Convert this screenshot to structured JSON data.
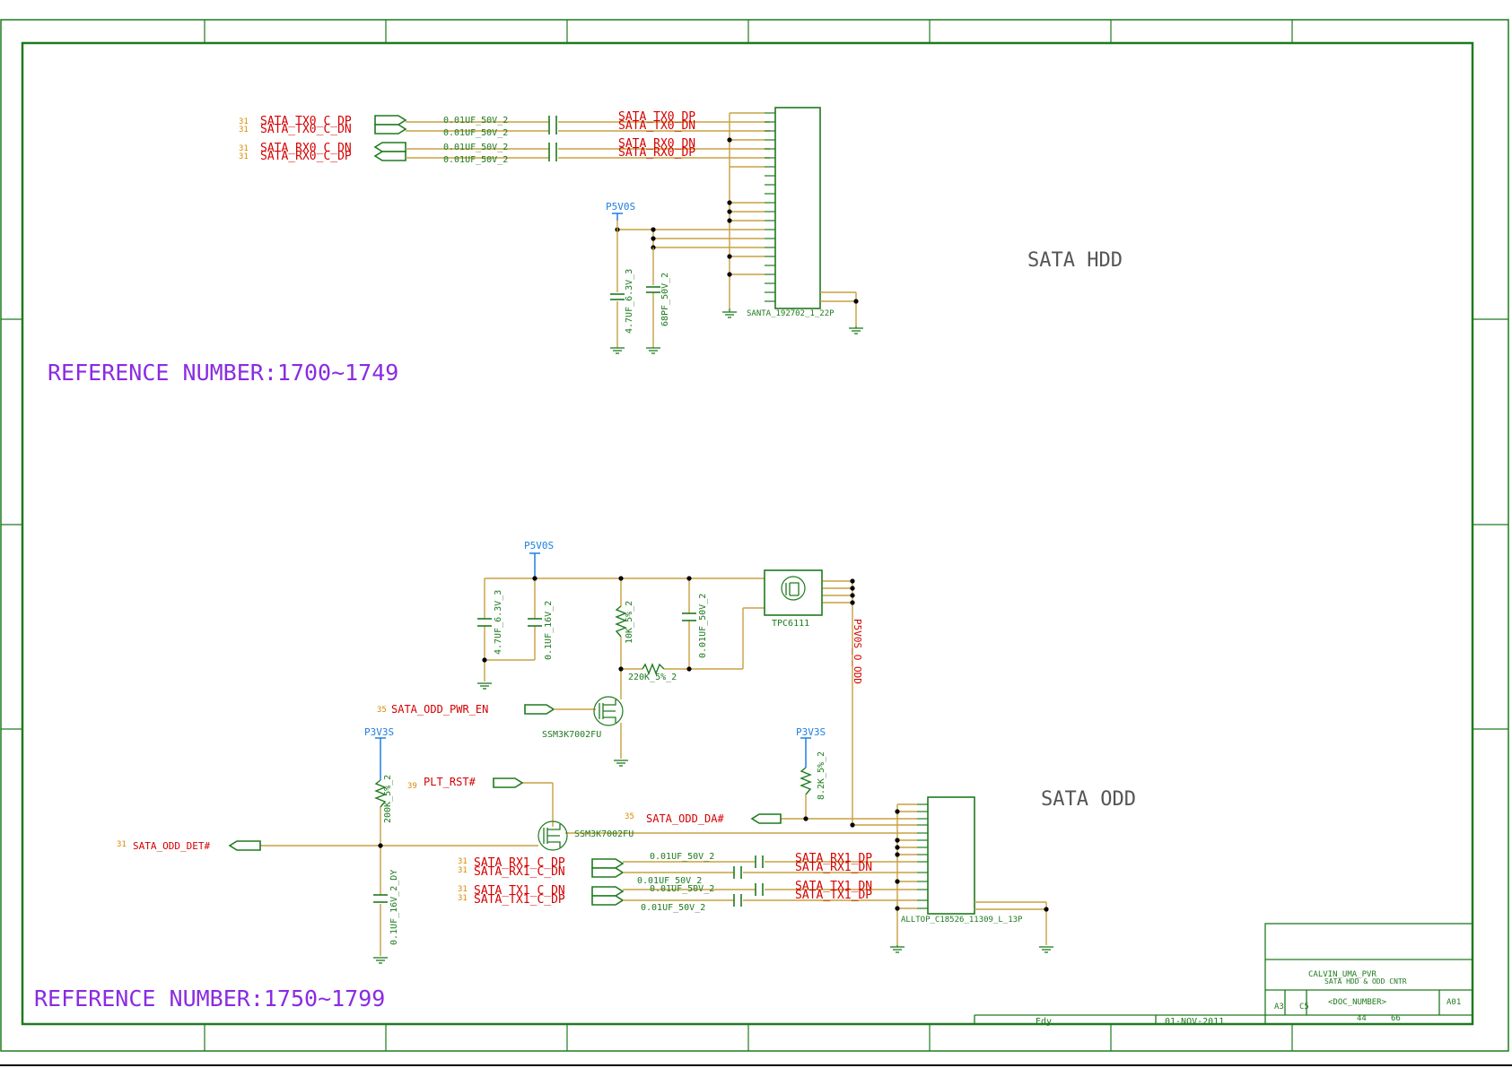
{
  "titles": {
    "hdd": "SATA HDD",
    "odd": "SATA ODD"
  },
  "reference": {
    "top": "REFERENCE NUMBER:1700~1749",
    "bottom": "REFERENCE NUMBER:1750~1799"
  },
  "hdd": {
    "pages": [
      "31",
      "31",
      "31",
      "31"
    ],
    "ports": [
      "SATA_TX0_C_DP",
      "SATA_TX0_C_DN",
      "SATA_RX0_C_DN",
      "SATA_RX0_C_DP"
    ],
    "caps": [
      "0.01UF_50V_2",
      "0.01UF_50V_2",
      "0.01UF_50V_2",
      "0.01UF_50V_2"
    ],
    "nets": [
      "SATA_TX0_DP",
      "SATA_TX0_DN",
      "SATA_RX0_DN",
      "SATA_RX0_DP"
    ],
    "power": "P5V0S",
    "c1": "4.7UF_6.3V_3",
    "c2": "68PF_50V_2",
    "connector": "SANTA_192702_1_22P"
  },
  "odd": {
    "power_top": "P5V0S",
    "c1": "4.7UF_6.3V_3",
    "c2": "0.1UF_16V_2",
    "r1": "10K_5%_2",
    "c3": "0.01UF_50V_2",
    "r2": "220K_5%_2",
    "mosfet_p": "TPC6111",
    "switched_net": "P5V0S_O_ODD",
    "pwr_en_page": "35",
    "pwr_en": "SATA_ODD_PWR_EN",
    "q1": "SSM3K7002FU",
    "p3v3_left": "P3V3S",
    "r3": "200K_5%_2",
    "plt_page": "39",
    "plt_rst": "PLT_RST#",
    "q2": "SSM3K7002FU",
    "p3v3_right": "P3V3S",
    "r4": "8.2K_5%_2",
    "da_page": "35",
    "da": "SATA_ODD_DA#",
    "det_page": "31",
    "det": "SATA_ODD_DET#",
    "c4": "0.1UF_16V_2_DY",
    "pages": [
      "31",
      "31",
      "31",
      "31"
    ],
    "ports": [
      "SATA_RX1_C_DP",
      "SATA_RX1_C_DN",
      "SATA_TX1_C_DN",
      "SATA_TX1_C_DP"
    ],
    "caps": [
      "0.01UF_50V_2",
      "0.01UF_50V_2",
      "0.01UF_50V_2",
      "0.01UF_50V_2"
    ],
    "nets": [
      "SATA_RX1_DP",
      "SATA_RX1_DN",
      "SATA_TX1_DN",
      "SATA_TX1_DP"
    ],
    "connector": "ALLTOP_C18526_11309_L_13P"
  },
  "titleblock": {
    "project": "CALVIN_UMA_PVR",
    "sheet_title": "SATA HDD & ODD CNTR",
    "size": "A3",
    "code": "C5",
    "doc_number": "<DOC_NUMBER>",
    "rev": "A01",
    "edit_label": "Edy",
    "date": "01-NOV-2011",
    "sheet": "44",
    "of": "66"
  }
}
